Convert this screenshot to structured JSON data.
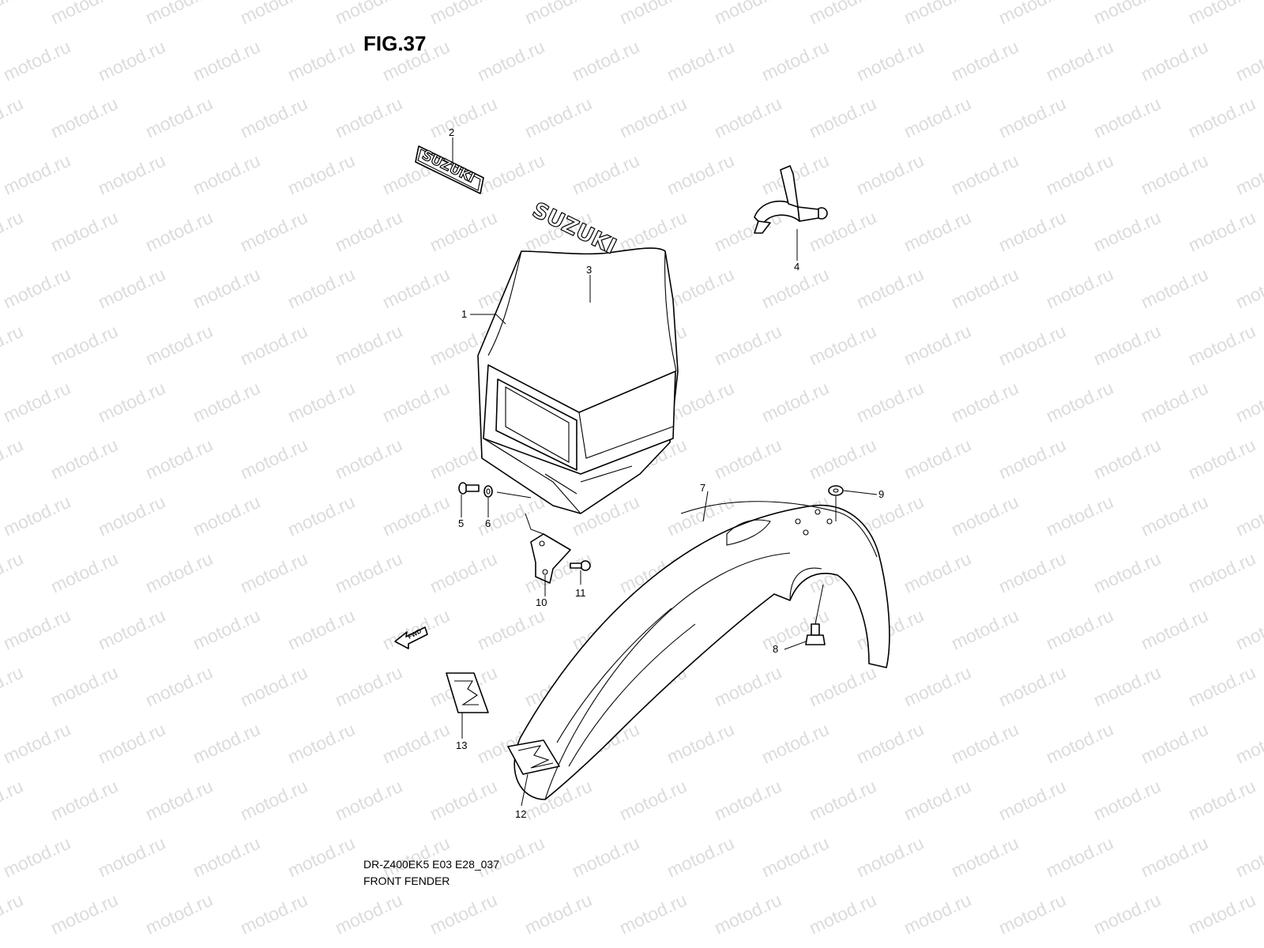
{
  "figure_title": "FIG.37",
  "watermark_text": "motod.ru",
  "model_code": "DR-Z400EK5 E03 E28_037",
  "section_title": "FRONT FENDER",
  "brand_text": "SUZUKI",
  "fwd_label": "FWD",
  "callouts": [
    "1",
    "2",
    "3",
    "4",
    "5",
    "6",
    "7",
    "8",
    "9",
    "10",
    "11",
    "12",
    "13"
  ]
}
